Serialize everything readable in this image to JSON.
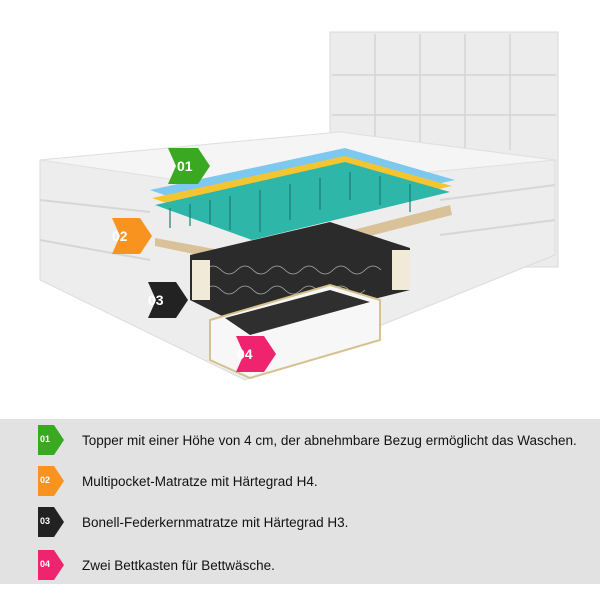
{
  "layers": [
    {
      "number": "01",
      "color": "#3aa820",
      "text": "Topper mit einer Höhe von 4 cm, der abnehmbare Bezug ermöglicht das Waschen."
    },
    {
      "number": "02",
      "color": "#f7931e",
      "text": "Multipocket-Matratze mit Härtegrad H4."
    },
    {
      "number": "03",
      "color": "#222222",
      "text": "Bonell-Federkernmatratze mit Härtegrad H3."
    },
    {
      "number": "04",
      "color": "#f0246e",
      "text": "Zwei Bettkasten für Bettwäsche."
    }
  ]
}
